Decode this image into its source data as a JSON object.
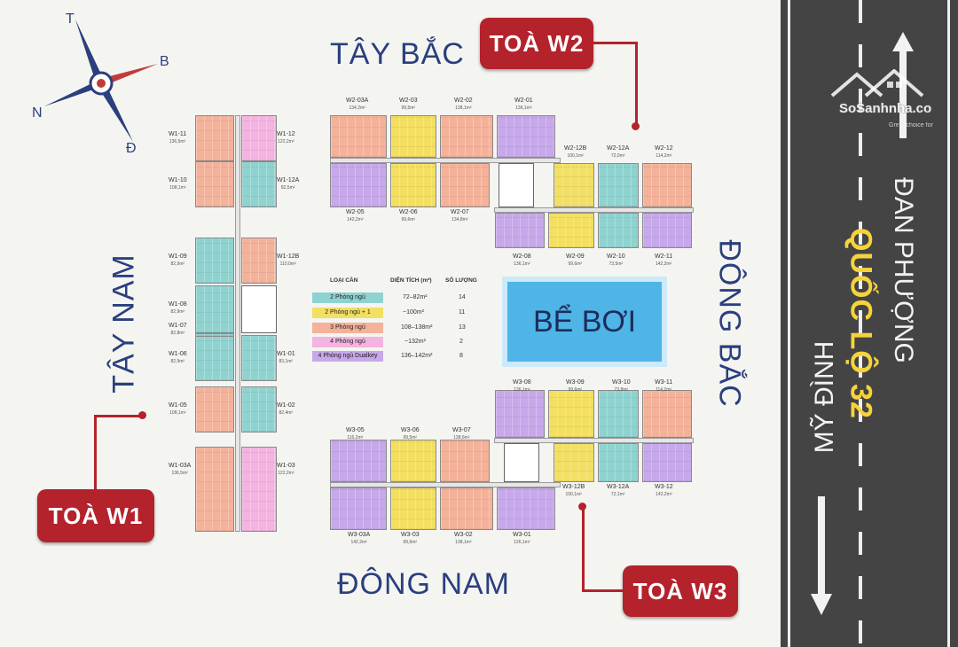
{
  "directions": {
    "north_west": "TÂY BẮC",
    "south_west": "TÂY NAM",
    "north_east": "ĐÔNG BẮC",
    "south_east": "ĐÔNG NAM"
  },
  "compass": {
    "n": "T",
    "e": "B",
    "w": "N",
    "s": "Đ"
  },
  "towers": {
    "w1": "TOÀ W1",
    "w2": "TOÀ W2",
    "w3": "TOÀ W3"
  },
  "pool": "BỂ BƠI",
  "road": {
    "name": "QUỐC LỘ 32",
    "to_top": "ĐAN PHƯỢNG",
    "to_bottom": "MỸ ĐÌNH"
  },
  "watermark": {
    "brand": "SoSanhnha.co",
    "tagline": "Great choice for"
  },
  "legend": {
    "headers": [
      "LOẠI CĂN",
      "DIỆN TÍCH (m²)",
      "SỐ LƯỢNG"
    ],
    "rows": [
      {
        "type": "2 Phòng ngủ",
        "area": "72–82m²",
        "count": "14",
        "color": "#8fd3d0"
      },
      {
        "type": "2 Phòng ngủ + 1",
        "area": "~100m²",
        "count": "11",
        "color": "#f3df62"
      },
      {
        "type": "3 Phòng ngủ",
        "area": "108–138m²",
        "count": "13",
        "color": "#f5b29a"
      },
      {
        "type": "4 Phòng ngủ",
        "area": "~132m²",
        "count": "2",
        "color": "#f4b3e0"
      },
      {
        "type": "4 Phòng ngủ Dualkey",
        "area": "136–142m²",
        "count": "8",
        "color": "#c7a8ea"
      }
    ]
  },
  "colors": {
    "tag_red": "#b4222c",
    "direction_blue": "#2b3f7e",
    "road_yellow": "#f6d33c"
  },
  "w2_units": [
    {
      "id": "W2-03A",
      "area": "134,2m²"
    },
    {
      "id": "W2-03",
      "area": "99,5m²"
    },
    {
      "id": "W2-02",
      "area": "138,1m²"
    },
    {
      "id": "W2-01",
      "area": "136,1m²"
    },
    {
      "id": "W2-05",
      "area": "142,2m²"
    },
    {
      "id": "W2-06",
      "area": "99,6m²"
    },
    {
      "id": "W2-07",
      "area": "134,8m²"
    },
    {
      "id": "W2-12B",
      "area": "100,1m²"
    },
    {
      "id": "W2-12A",
      "area": "72,0m²"
    },
    {
      "id": "W2-12",
      "area": "114,2m²"
    },
    {
      "id": "W2-08",
      "area": "136,1m²"
    },
    {
      "id": "W2-09",
      "area": "99,6m²"
    },
    {
      "id": "W2-10",
      "area": "73,5m²"
    },
    {
      "id": "W2-11",
      "area": "142,2m²"
    }
  ],
  "w1_units": [
    {
      "id": "W1-11",
      "area": "136,5m²"
    },
    {
      "id": "W1-12",
      "area": "122,2m²"
    },
    {
      "id": "W1-10",
      "area": "108,1m²"
    },
    {
      "id": "W1-12A",
      "area": "82,5m²"
    },
    {
      "id": "W1-09",
      "area": "82,9m²"
    },
    {
      "id": "W1-12B",
      "area": "110,0m²"
    },
    {
      "id": "W1-08",
      "area": "82,9m²"
    },
    {
      "id": "W1-07",
      "area": "82,8m²"
    },
    {
      "id": "W1-06",
      "area": "82,9m²"
    },
    {
      "id": "W1-01",
      "area": "83,1m²"
    },
    {
      "id": "W1-05",
      "area": "108,1m²"
    },
    {
      "id": "W1-02",
      "area": "82,4m²"
    },
    {
      "id": "W1-03A",
      "area": "136,5m²"
    },
    {
      "id": "W1-03",
      "area": "122,2m²"
    }
  ],
  "w3_units": [
    {
      "id": "W3-08",
      "area": "136,1m²"
    },
    {
      "id": "W3-09",
      "area": "99,6m²"
    },
    {
      "id": "W3-10",
      "area": "73,8m²"
    },
    {
      "id": "W3-11",
      "area": "114,2m²"
    },
    {
      "id": "W3-05",
      "area": "116,2m²"
    },
    {
      "id": "W3-06",
      "area": "99,5m²"
    },
    {
      "id": "W3-07",
      "area": "138,6m²"
    },
    {
      "id": "W3-12B",
      "area": "100,1m²"
    },
    {
      "id": "W3-12A",
      "area": "72,1m²"
    },
    {
      "id": "W3-12",
      "area": "142,2m²"
    },
    {
      "id": "W3-03A",
      "area": "142,2m²"
    },
    {
      "id": "W3-03",
      "area": "99,6m²"
    },
    {
      "id": "W3-02",
      "area": "138,1m²"
    },
    {
      "id": "W3-01",
      "area": "126,1m²"
    }
  ]
}
